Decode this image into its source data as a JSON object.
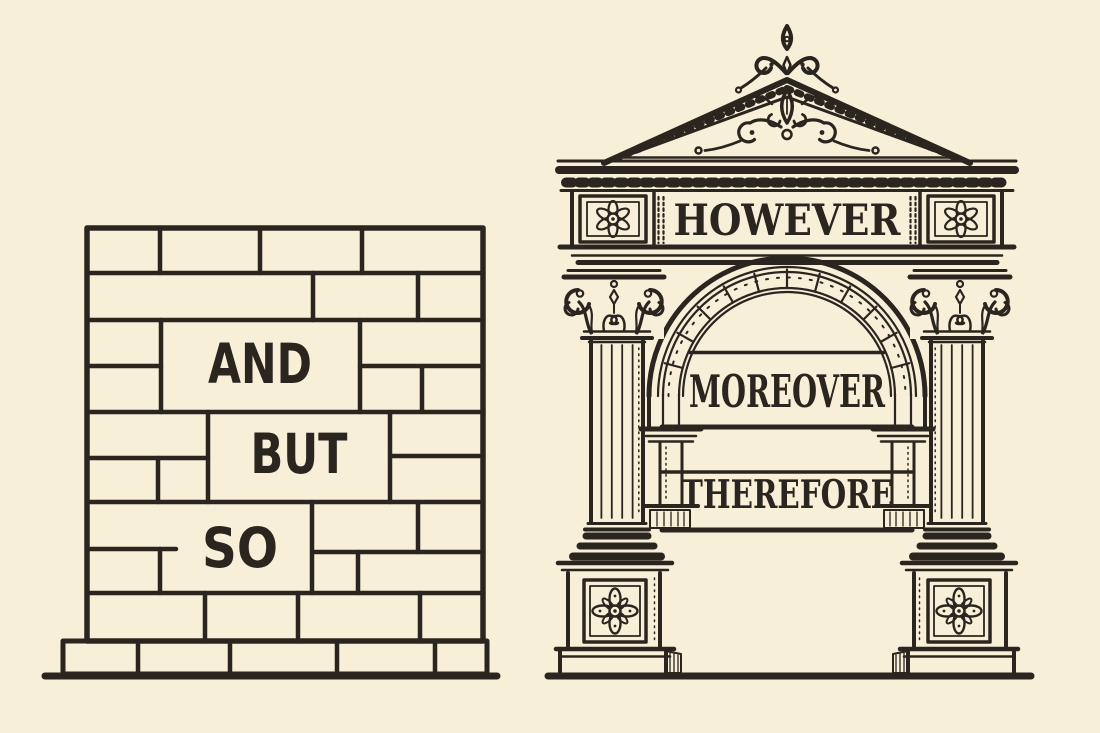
{
  "meta": {
    "background_color": "#f8efd9",
    "ink_color": "#2a261f"
  },
  "wall": {
    "bricks": [
      {
        "label": "AND"
      },
      {
        "label": "BUT"
      },
      {
        "label": "SO"
      }
    ]
  },
  "arch": {
    "frieze_label": "HOWEVER",
    "banners": [
      {
        "label": "MOREOVER"
      },
      {
        "label": "THEREFORE"
      }
    ]
  }
}
